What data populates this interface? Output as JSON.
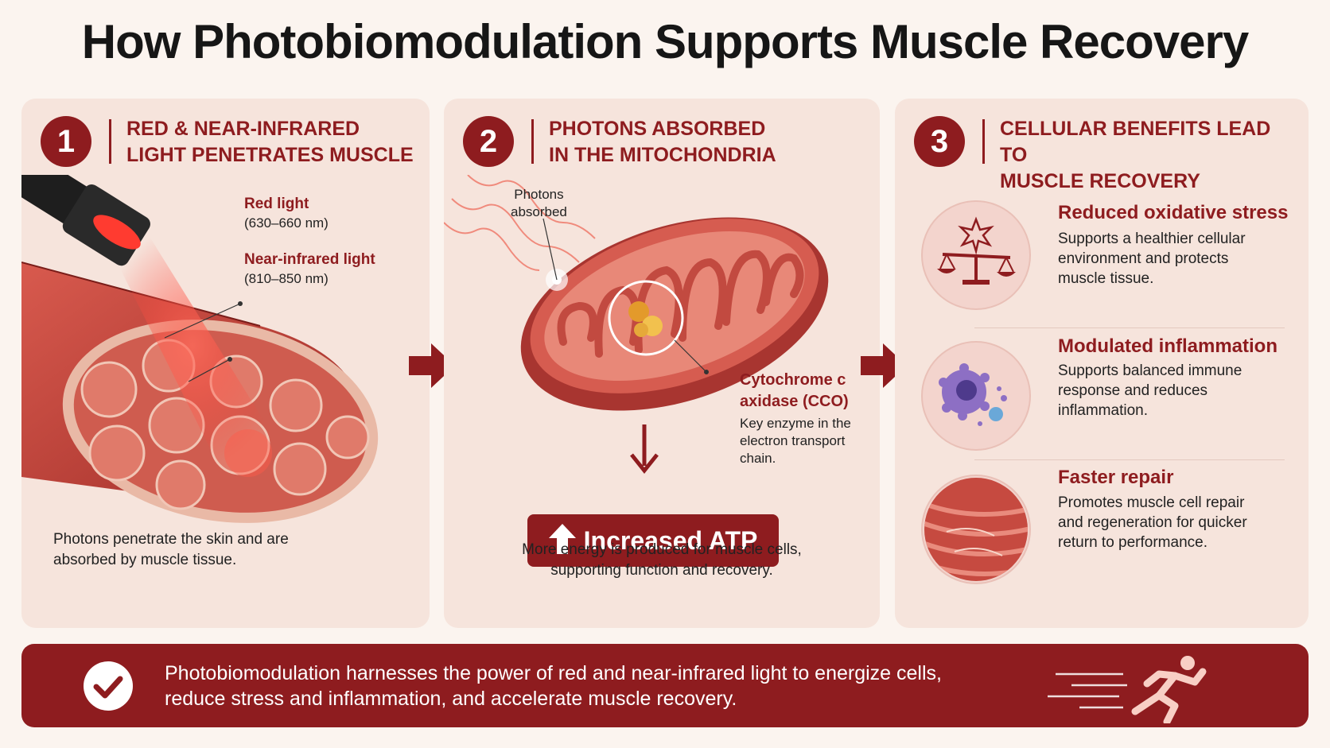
{
  "title": "How Photobiomodulation Supports Muscle Recovery",
  "colors": {
    "accent": "#8e1c1f",
    "panel": "#f6e4dc",
    "background": "#fbf4ef"
  },
  "steps": [
    {
      "number": "1",
      "title": "RED & NEAR-INFRARED\nLIGHT PENETRATES MUSCLE",
      "labels": {
        "red_light": "Red light",
        "red_range": "(630–660 nm)",
        "nir_light": "Near-infrared light",
        "nir_range": "(810–850 nm)"
      },
      "caption": "Photons penetrate the skin and are\nabsorbed by muscle tissue."
    },
    {
      "number": "2",
      "title": "PHOTONS ABSORBED\nIN THE MITOCHONDRIA",
      "labels": {
        "photons": "Photons\nabsorbed",
        "cco_title": "Cytochrome c\naxidase (CCO)",
        "cco_desc": "Key enzyme in the\nelectron transport\nchain."
      },
      "atp": "Increased ATP",
      "caption": "More energy is produced for muscle cells,\nsupporting function and recovery."
    },
    {
      "number": "3",
      "title": "CELLULAR BENEFITS LEAD TO\nMUSCLE RECOVERY",
      "benefits": [
        {
          "icon": "balance-scale-icon",
          "title": "Reduced oxidative stress",
          "desc": "Supports a healthier cellular\nenvironment and protects\nmuscle tissue."
        },
        {
          "icon": "immune-cell-icon",
          "title": "Modulated inflammation",
          "desc": "Supports balanced immune\nresponse and reduces\ninflammation."
        },
        {
          "icon": "muscle-fiber-icon",
          "title": "Faster repair",
          "desc": "Promotes muscle cell repair\nand regeneration for quicker\nreturn to performance."
        }
      ]
    }
  ],
  "banner": {
    "text": "Photobiomodulation harnesses the power of red and near-infrared light to energize cells,\nreduce stress and inflammation, and accelerate muscle recovery.",
    "icon": "check-icon",
    "runner_icon": "runner-icon"
  }
}
